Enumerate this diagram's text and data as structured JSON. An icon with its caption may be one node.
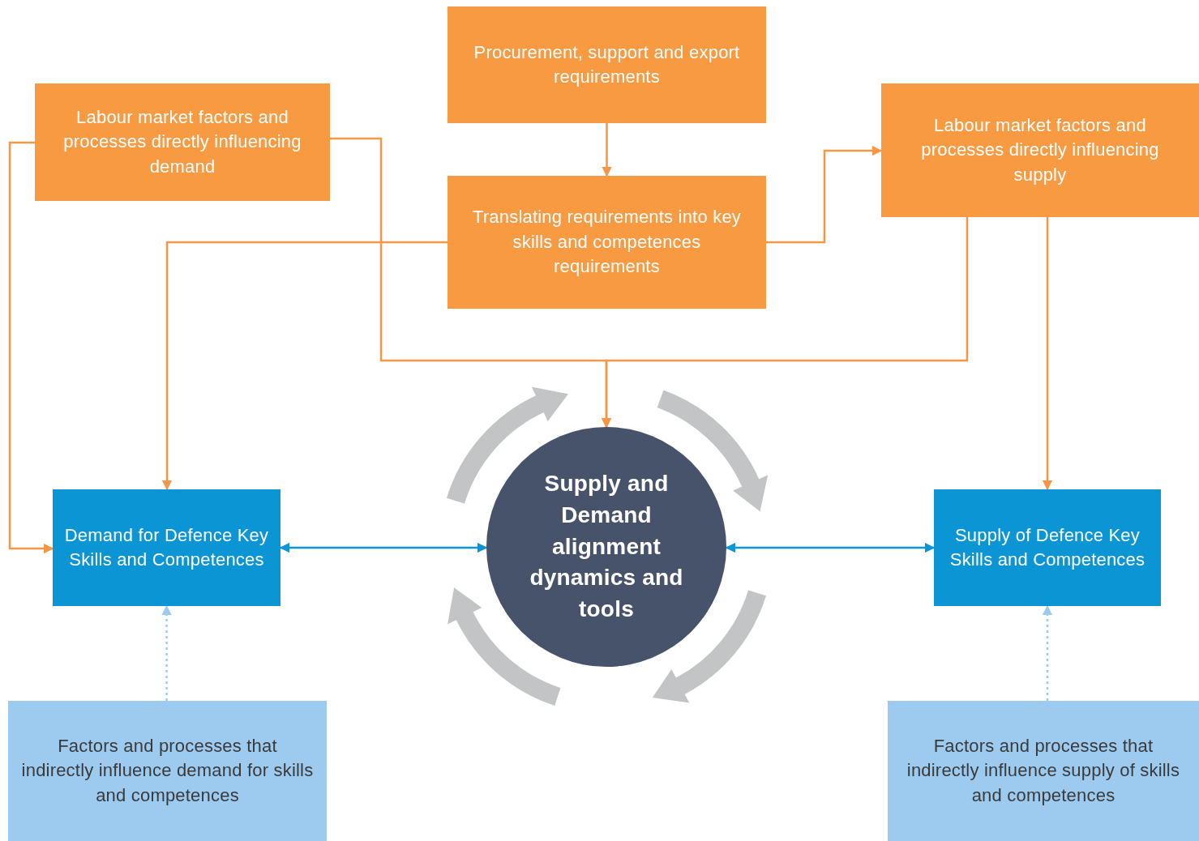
{
  "diagram": {
    "nodes": [
      {
        "text": [
          "Procurement, support and export requirements"
        ]
      },
      {
        "text": [
          "Labour market factors and processes directly influencing demand"
        ]
      },
      {
        "text": [
          "Translating requirements into key skills and competences requirements"
        ]
      },
      {
        "text": [
          "Labour market factors and processes directly influencing supply"
        ]
      },
      {
        "text": [
          "Demand for Defence Key Skills and Competences"
        ]
      },
      {
        "text": [
          "Supply and Demand alignment dynamics and tools"
        ]
      },
      {
        "text": [
          "Supply of Defence Key Skills and Competences"
        ]
      },
      {
        "text": [
          "Factors and processes that indirectly influence demand for skills and competences"
        ]
      },
      {
        "text": [
          "Factors and processes that indirectly influence supply of skills and competences"
        ]
      }
    ],
    "edges": [
      {
        "from": 0,
        "to": 2,
        "arrow": "to"
      },
      {
        "from": 1,
        "to": 4,
        "arrow": "to"
      },
      {
        "from": 2,
        "to": 4,
        "arrow": "to"
      },
      {
        "from": 2,
        "to": 3,
        "arrow": "to"
      },
      {
        "from": 1,
        "to": 5,
        "arrow": "to"
      },
      {
        "from": 3,
        "to": 5,
        "arrow": "to"
      },
      {
        "from": 3,
        "to": 6,
        "arrow": "to"
      },
      {
        "from": 4,
        "to": 5,
        "arrow": "both",
        "color": "#0b95d4"
      },
      {
        "from": 5,
        "to": 6,
        "arrow": "both",
        "color": "#0b95d4"
      },
      {
        "from": 7,
        "to": 4,
        "arrow": "to",
        "style": "dashed",
        "color": "#9dcbf0"
      },
      {
        "from": 8,
        "to": 6,
        "arrow": "to",
        "style": "dashed",
        "color": "#9dcbf0"
      }
    ]
  }
}
